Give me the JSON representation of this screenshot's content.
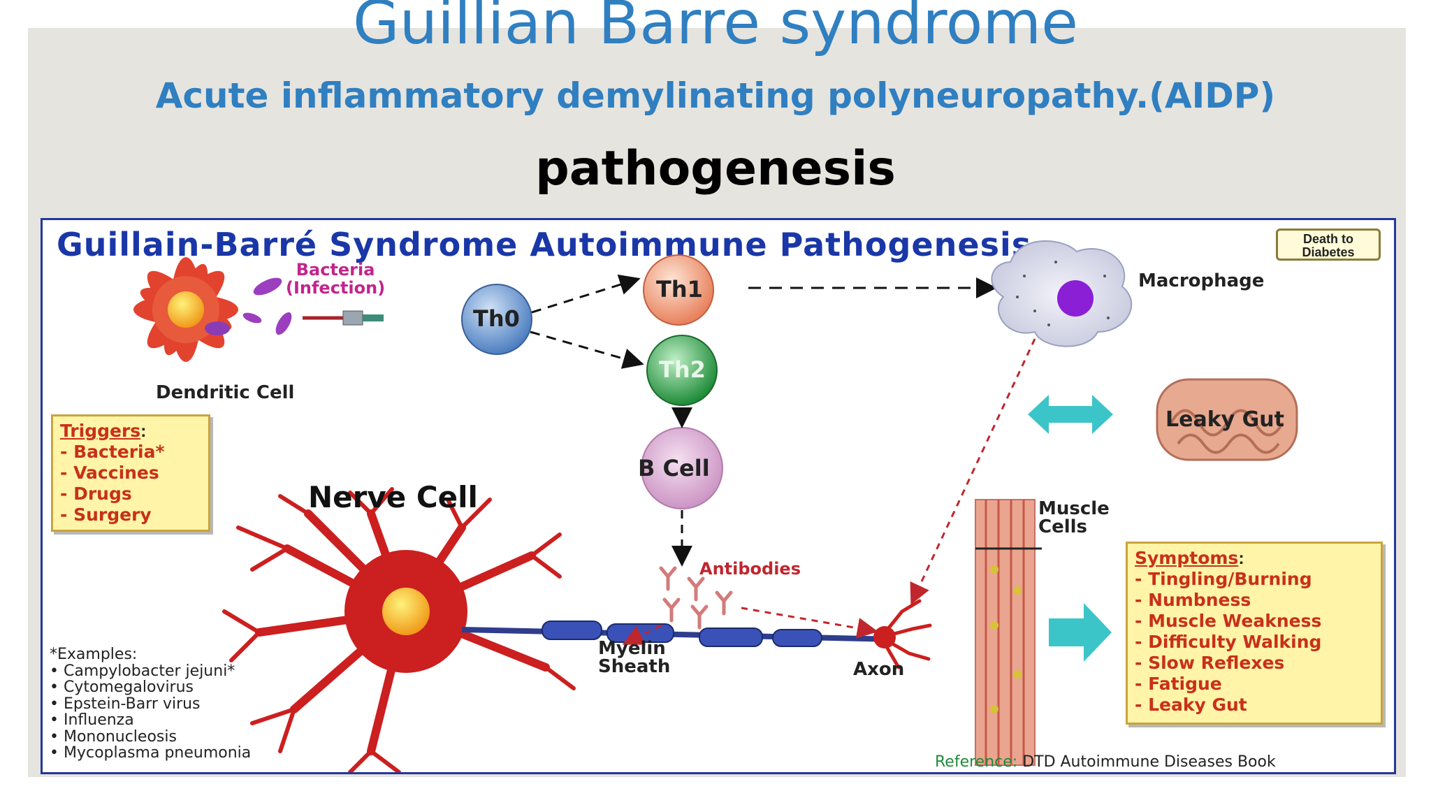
{
  "slide": {
    "title": "Guillian Barre syndrome",
    "subtitle": "Acute inflammatory demylinating polyneuropathy.(AIDP)",
    "heading": "pathogenesis"
  },
  "figure": {
    "title": "Guillain-Barré Syndrome Autoimmune Pathogenesis",
    "badge_line1": "Death to",
    "badge_line2": "Diabetes",
    "labels": {
      "bacteria_line1": "Bacteria",
      "bacteria_line2": "(Infection)",
      "dendritic_cell": "Dendritic Cell",
      "th0": "Th0",
      "th1": "Th1",
      "th2": "Th2",
      "b_cell": "B Cell",
      "macrophage": "Macrophage",
      "leaky_gut": "Leaky Gut",
      "nerve_cell": "Nerve Cell",
      "antibodies": "Antibodies",
      "myelin_line1": "Myelin",
      "myelin_line2": "Sheath",
      "axon": "Axon",
      "muscle_line1": "Muscle",
      "muscle_line2": "Cells"
    },
    "triggers": {
      "heading": "Triggers",
      "items": [
        "- Bacteria*",
        "- Vaccines",
        "- Drugs",
        "- Surgery"
      ]
    },
    "symptoms": {
      "heading": "Symptoms",
      "items": [
        "- Tingling/Burning",
        "- Numbness",
        "- Muscle Weakness",
        "- Difficulty Walking",
        "- Slow Reflexes",
        "- Fatigue",
        "- Leaky Gut"
      ]
    },
    "examples": {
      "heading": "*Examples:",
      "items": [
        "• Campylobacter jejuni*",
        "• Cytomegalovirus",
        "• Epstein-Barr virus",
        "• Influenza",
        "• Mononucleosis",
        "• Mycoplasma pneumonia"
      ]
    },
    "reference_prefix": "Reference:",
    "reference_text": " DTD Autoimmune Diseases Book"
  },
  "colors": {
    "title_blue": "#2f7fc1",
    "figure_title_blue": "#1a37a8",
    "nerve_red": "#cc1f1f",
    "box_yellow": "#fff4a8",
    "arrow_teal": "#3cc5c8"
  }
}
